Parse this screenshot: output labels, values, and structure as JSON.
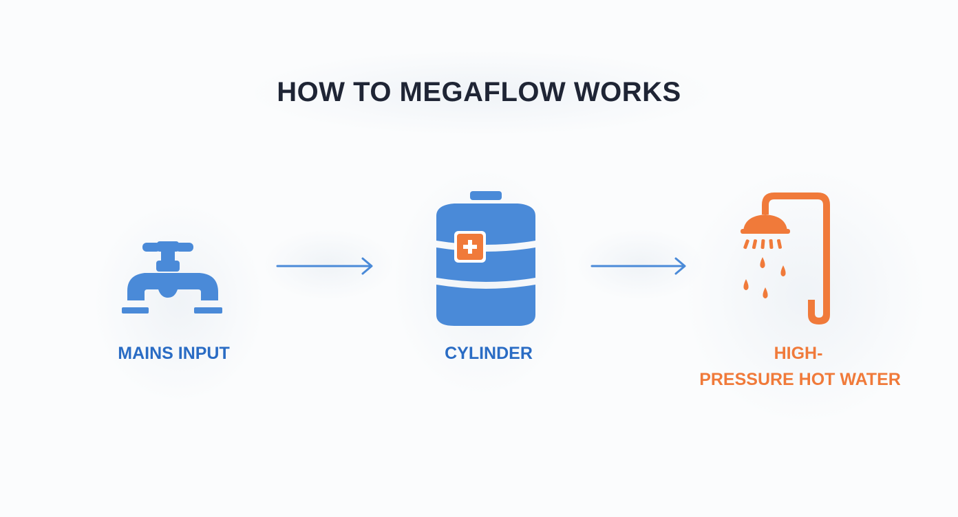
{
  "title": "HOW TO MEGAFLOW WORKS",
  "colors": {
    "blue": "#4a8ad8",
    "blue_text": "#2a6cc4",
    "orange": "#f07a3a",
    "title": "#1f2535"
  },
  "steps": [
    {
      "label": "MAINS INPUT",
      "icon": "tap-icon"
    },
    {
      "label": "CYLINDER",
      "icon": "cylinder-icon"
    },
    {
      "label_line1": "HIGH-",
      "label_line2": "PRESSURE HOT WATER",
      "icon": "shower-icon"
    }
  ]
}
